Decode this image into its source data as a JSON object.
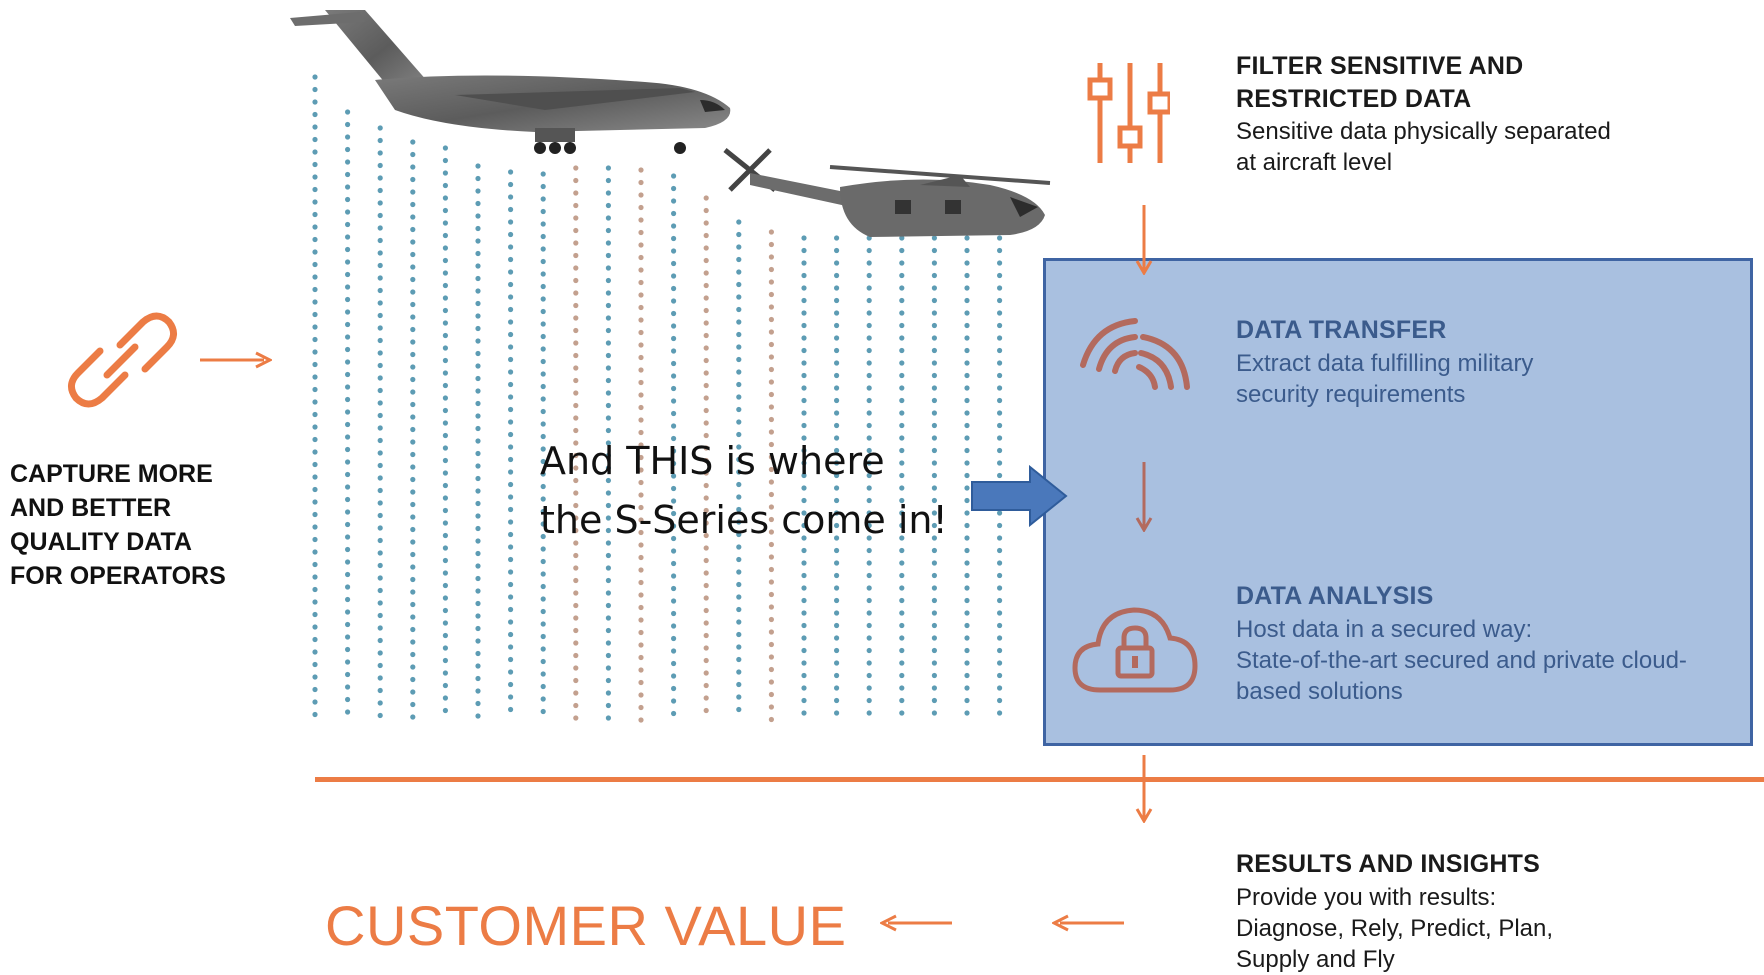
{
  "filter": {
    "title_line1": "FILTER SENSITIVE AND",
    "title_line2": "RESTRICTED DATA",
    "body_line1": "Sensitive data physically separated",
    "body_line2": "at aircraft level",
    "icon": "sliders-icon"
  },
  "transfer": {
    "title": "DATA TRANSFER",
    "body_line1": "Extract data fulfilling  military",
    "body_line2": "security requirements",
    "icon": "wireless-signal-icon"
  },
  "analysis": {
    "title": "DATA ANALYSIS",
    "body_line1": "Host data in a secured way:",
    "body_line2": "State-of-the-art secured and private cloud-",
    "body_line3": "based solutions",
    "icon": "cloud-lock-icon"
  },
  "results": {
    "title": "RESULTS AND INSIGHTS",
    "body_line1": "Provide you with results:",
    "body_line2": "Diagnose, Rely, Predict, Plan,",
    "body_line3": "Supply  and Fly"
  },
  "capture": {
    "line1": "CAPTURE MORE",
    "line2": "AND BETTER",
    "line3": "QUALITY DATA",
    "line4": "FOR OPERATORS",
    "icon": "chain-link-icon"
  },
  "callout": {
    "line1": "And THIS is where",
    "line2": "the S-Series come in!"
  },
  "customer_value": "CUSTOMER VALUE",
  "colors": {
    "accent_orange": "#ec7c45",
    "box_fill": "#a9c0e0",
    "box_border": "#3f64a3",
    "box_text": "#3b5b8c",
    "dot_blue": "#5d9cb4",
    "dot_brown": "#c3a08e",
    "callout_arrow": "#4a78bb"
  },
  "aircraft": [
    "transport-plane-icon",
    "helicopter-icon"
  ]
}
